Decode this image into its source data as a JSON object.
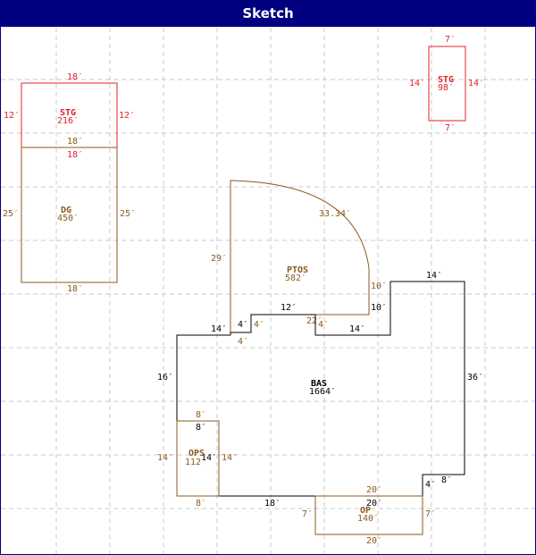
{
  "window": {
    "title": "Sketch"
  },
  "colors": {
    "title_bar": "#000080",
    "red": "#e0202a",
    "brown": "#8b5a1e",
    "black": "#000000",
    "grid": "#c8c8c8"
  },
  "areas": {
    "stg_left": {
      "name": "STG",
      "area": "216′"
    },
    "dg": {
      "name": "DG",
      "area": "450′"
    },
    "stg_right": {
      "name": "STG",
      "area": "98′"
    },
    "ptos": {
      "name": "PTOS",
      "area": "582′"
    },
    "bas": {
      "name": "BAS",
      "area": "1664′"
    },
    "ops": {
      "name": "OPS",
      "area": "112′"
    },
    "op": {
      "name": "OP",
      "area": "140′"
    }
  },
  "dims": {
    "stg_l_top": "18′",
    "stg_l_left": "12′",
    "stg_l_right": "12′",
    "stg_l_bottom": "18′",
    "dg_top": "18′",
    "dg_left": "25′",
    "dg_right": "25′",
    "dg_bottom": "18′",
    "stg_r_top": "7′",
    "stg_r_left": "14′",
    "stg_r_right": "14′",
    "stg_r_bottom": "7′",
    "ptos_arc": "33.34′",
    "ptos_left": "29′",
    "ptos_right": "10′",
    "ptos_4_a": "4′",
    "ptos_4_b": "4′",
    "ptos_22": "22′",
    "ptos_4_c": "4′",
    "bas_top_14": "14′",
    "bas_12": "12′",
    "bas_10": "10′",
    "bas_14_top_right": "14′",
    "bas_4_left": "4′",
    "bas_14_mid": "14′",
    "bas_16": "16′",
    "bas_36": "36′",
    "bas_4_right": "4′",
    "bas_8_right": "8′",
    "bas_18": "18′",
    "bas_20_top": "20′",
    "bas_8_ops_top": "8′",
    "bas_14_ops_right": "14′",
    "bas_8_ops_bottom": "8′",
    "ops_8_top": "8′",
    "ops_14_left": "14′",
    "ops_14_right": "14′",
    "op_20_top": "20′",
    "op_7_left": "7′",
    "op_7_right": "7′",
    "op_20_bottom": "20′"
  }
}
